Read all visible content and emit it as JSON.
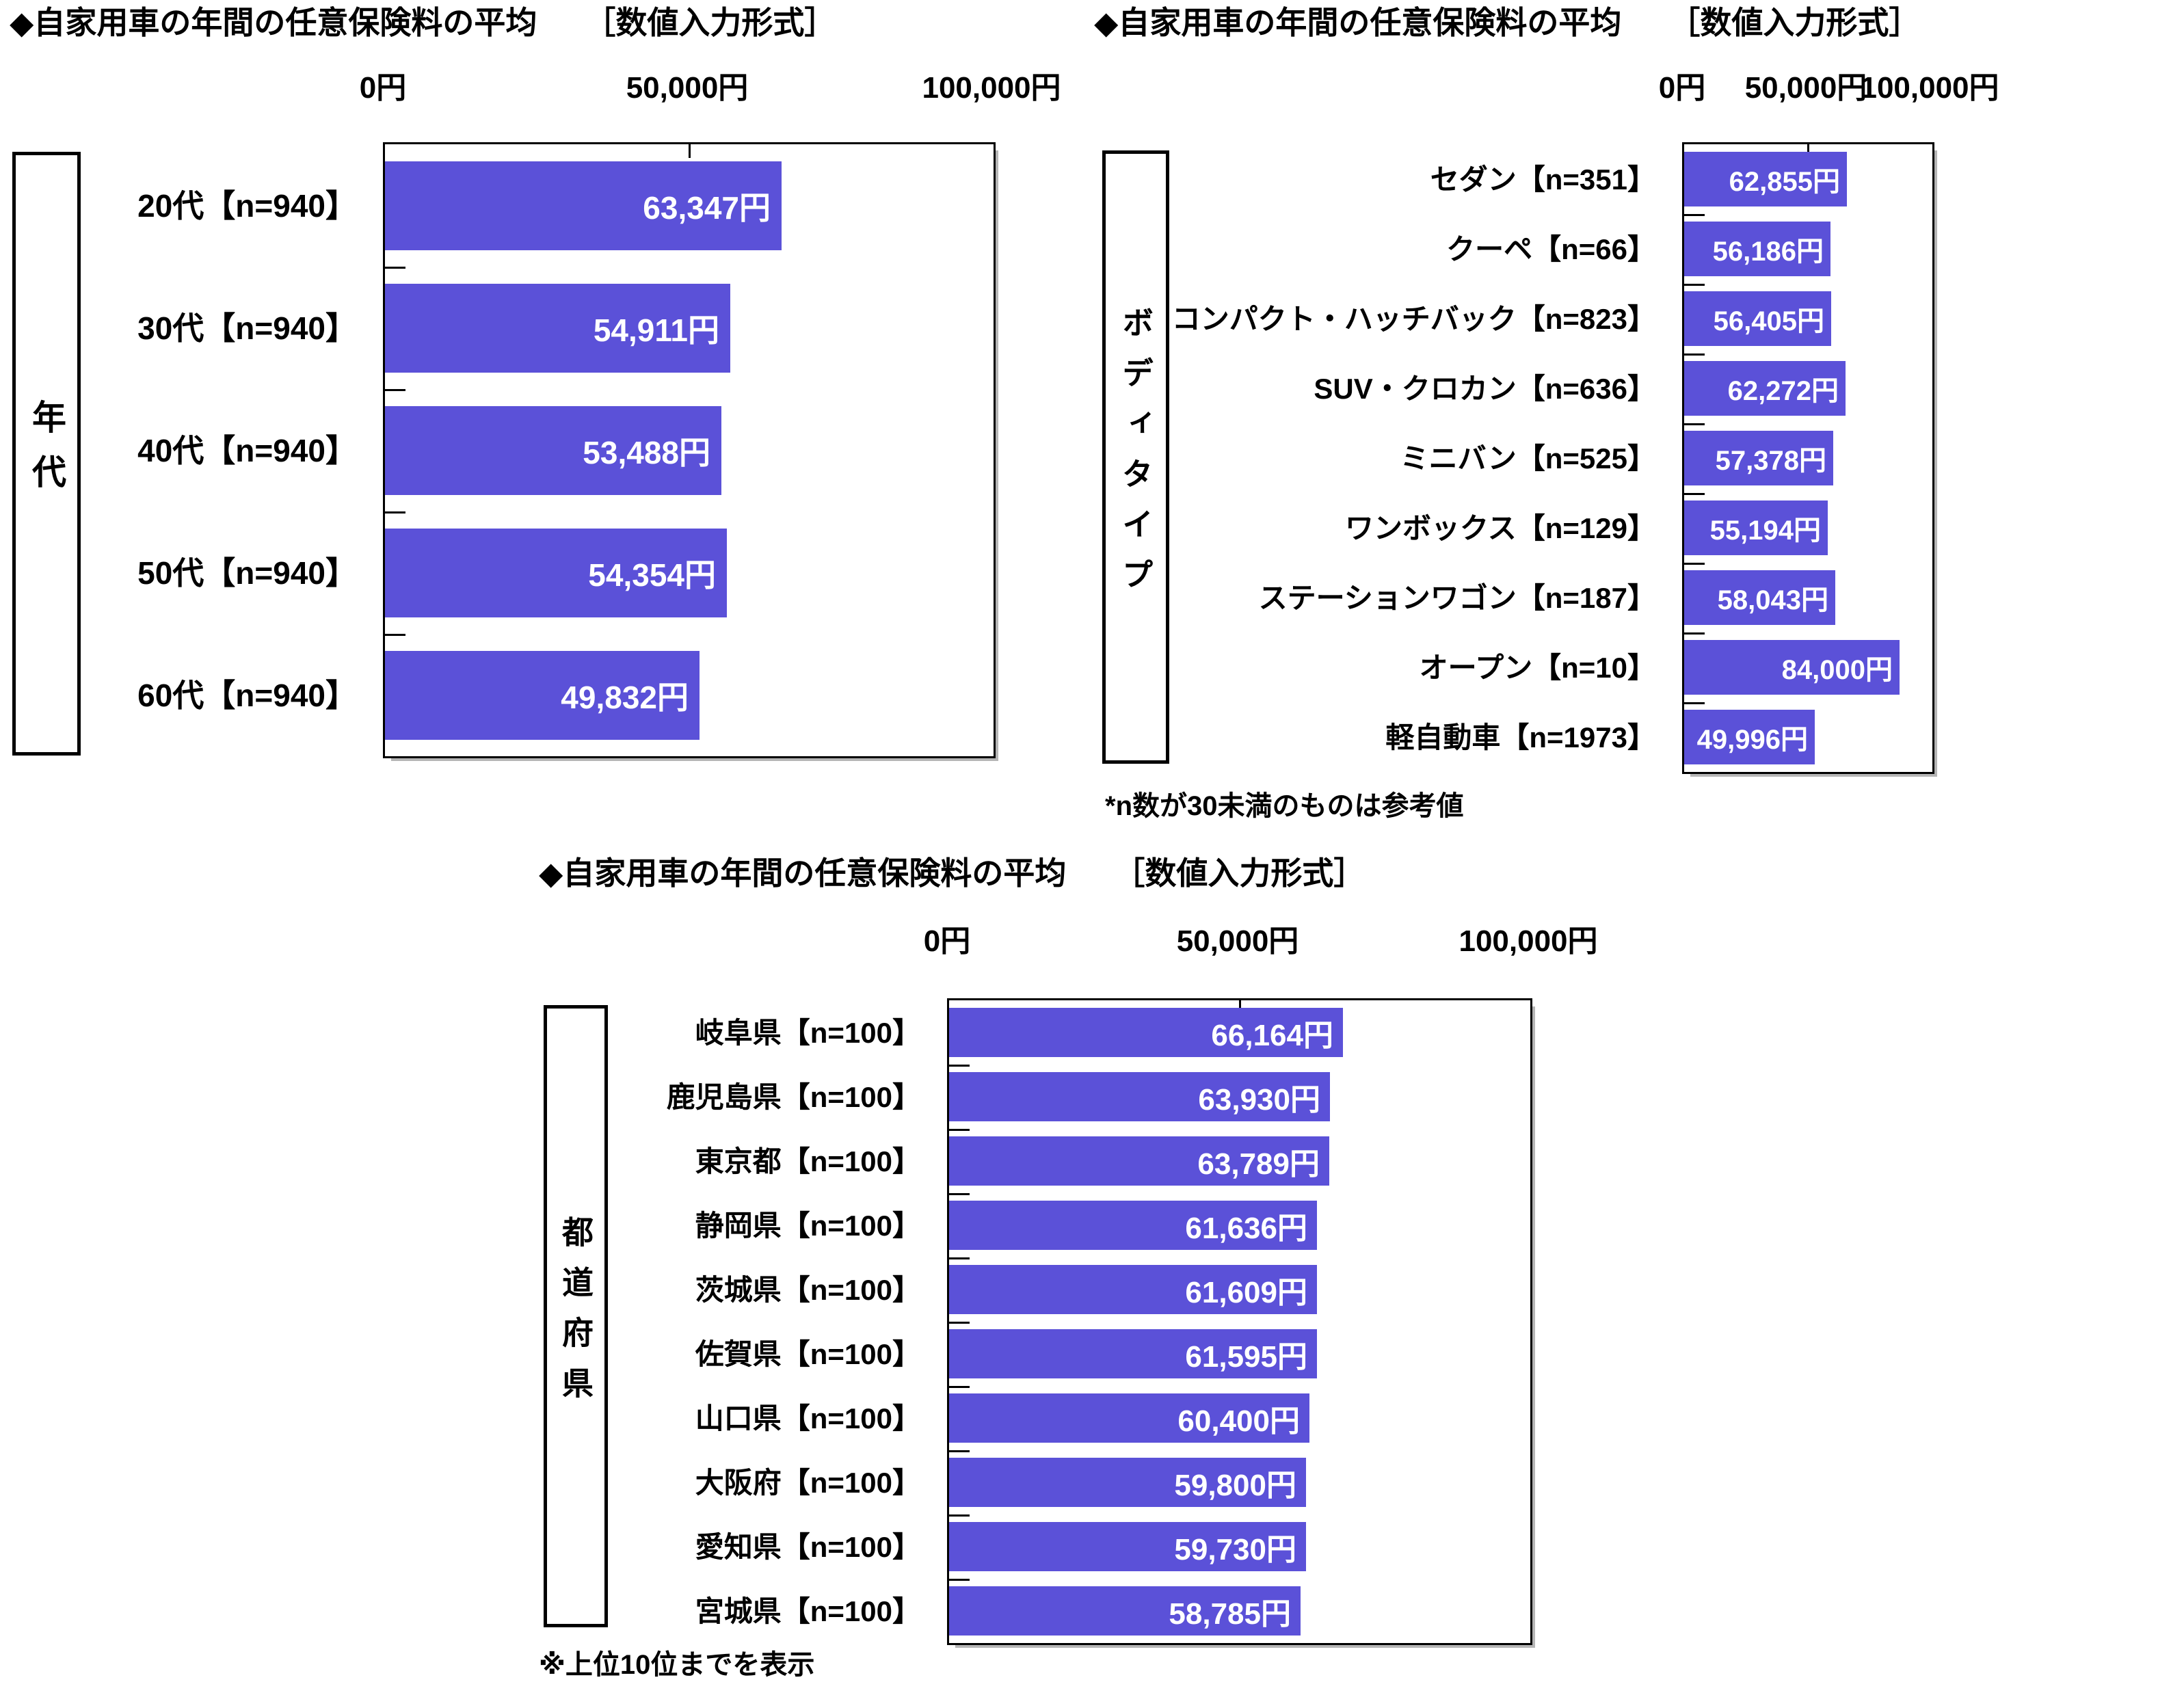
{
  "colors": {
    "bar": "#5B51D8",
    "bar_text": "#ffffff",
    "plot_border": "#000000",
    "plot_shadow": "#b5b5b5"
  },
  "chart_data": [
    {
      "type": "bar",
      "orientation": "horizontal",
      "title": "◆自家用車の年間の任意保険料の平均　　［数値入力形式］",
      "group_label": "年代",
      "x_ticks": [
        "0円",
        "50,000円",
        "100,000円"
      ],
      "xlim": [
        0,
        100000
      ],
      "grid": false,
      "categories": [
        "20代【n=940】",
        "30代【n=940】",
        "40代【n=940】",
        "50代【n=940】",
        "60代【n=940】"
      ],
      "values": [
        63347,
        54911,
        53488,
        54354,
        49832
      ],
      "value_labels": [
        "63,347円",
        "54,911円",
        "53,488円",
        "54,354円",
        "49,832円"
      ],
      "footnote": ""
    },
    {
      "type": "bar",
      "orientation": "horizontal",
      "title": "◆自家用車の年間の任意保険料の平均　　［数値入力形式］",
      "group_label": "ボディタイプ",
      "x_ticks": [
        "0円",
        "50,000円",
        "100,000円"
      ],
      "xlim": [
        0,
        100000
      ],
      "grid": false,
      "categories": [
        "セダン【n=351】",
        "クーペ【n=66】",
        "コンパクト・ハッチバック【n=823】",
        "SUV・クロカン【n=636】",
        "ミニバン【n=525】",
        "ワンボックス【n=129】",
        "ステーションワゴン【n=187】",
        "オープン【n=10】",
        "軽自動車【n=1973】"
      ],
      "values": [
        62855,
        56186,
        56405,
        62272,
        57378,
        55194,
        58043,
        84000,
        49996
      ],
      "value_labels": [
        "62,855円",
        "56,186円",
        "56,405円",
        "62,272円",
        "57,378円",
        "55,194円",
        "58,043円",
        "84,000円",
        "49,996円"
      ],
      "footnote": "*n数が30未満のものは参考値"
    },
    {
      "type": "bar",
      "orientation": "horizontal",
      "title": "◆自家用車の年間の任意保険料の平均　　［数値入力形式］",
      "group_label": "都道府県",
      "x_ticks": [
        "0円",
        "50,000円",
        "100,000円"
      ],
      "xlim": [
        0,
        100000
      ],
      "grid": false,
      "categories": [
        "岐阜県【n=100】",
        "鹿児島県【n=100】",
        "東京都【n=100】",
        "静岡県【n=100】",
        "茨城県【n=100】",
        "佐賀県【n=100】",
        "山口県【n=100】",
        "大阪府【n=100】",
        "愛知県【n=100】",
        "宮城県【n=100】"
      ],
      "values": [
        66164,
        63930,
        63789,
        61636,
        61609,
        61595,
        60400,
        59800,
        59730,
        58785
      ],
      "value_labels": [
        "66,164円",
        "63,930円",
        "63,789円",
        "61,636円",
        "61,609円",
        "61,595円",
        "60,400円",
        "59,800円",
        "59,730円",
        "58,785円"
      ],
      "footnote": "※上位10位までを表示"
    }
  ]
}
